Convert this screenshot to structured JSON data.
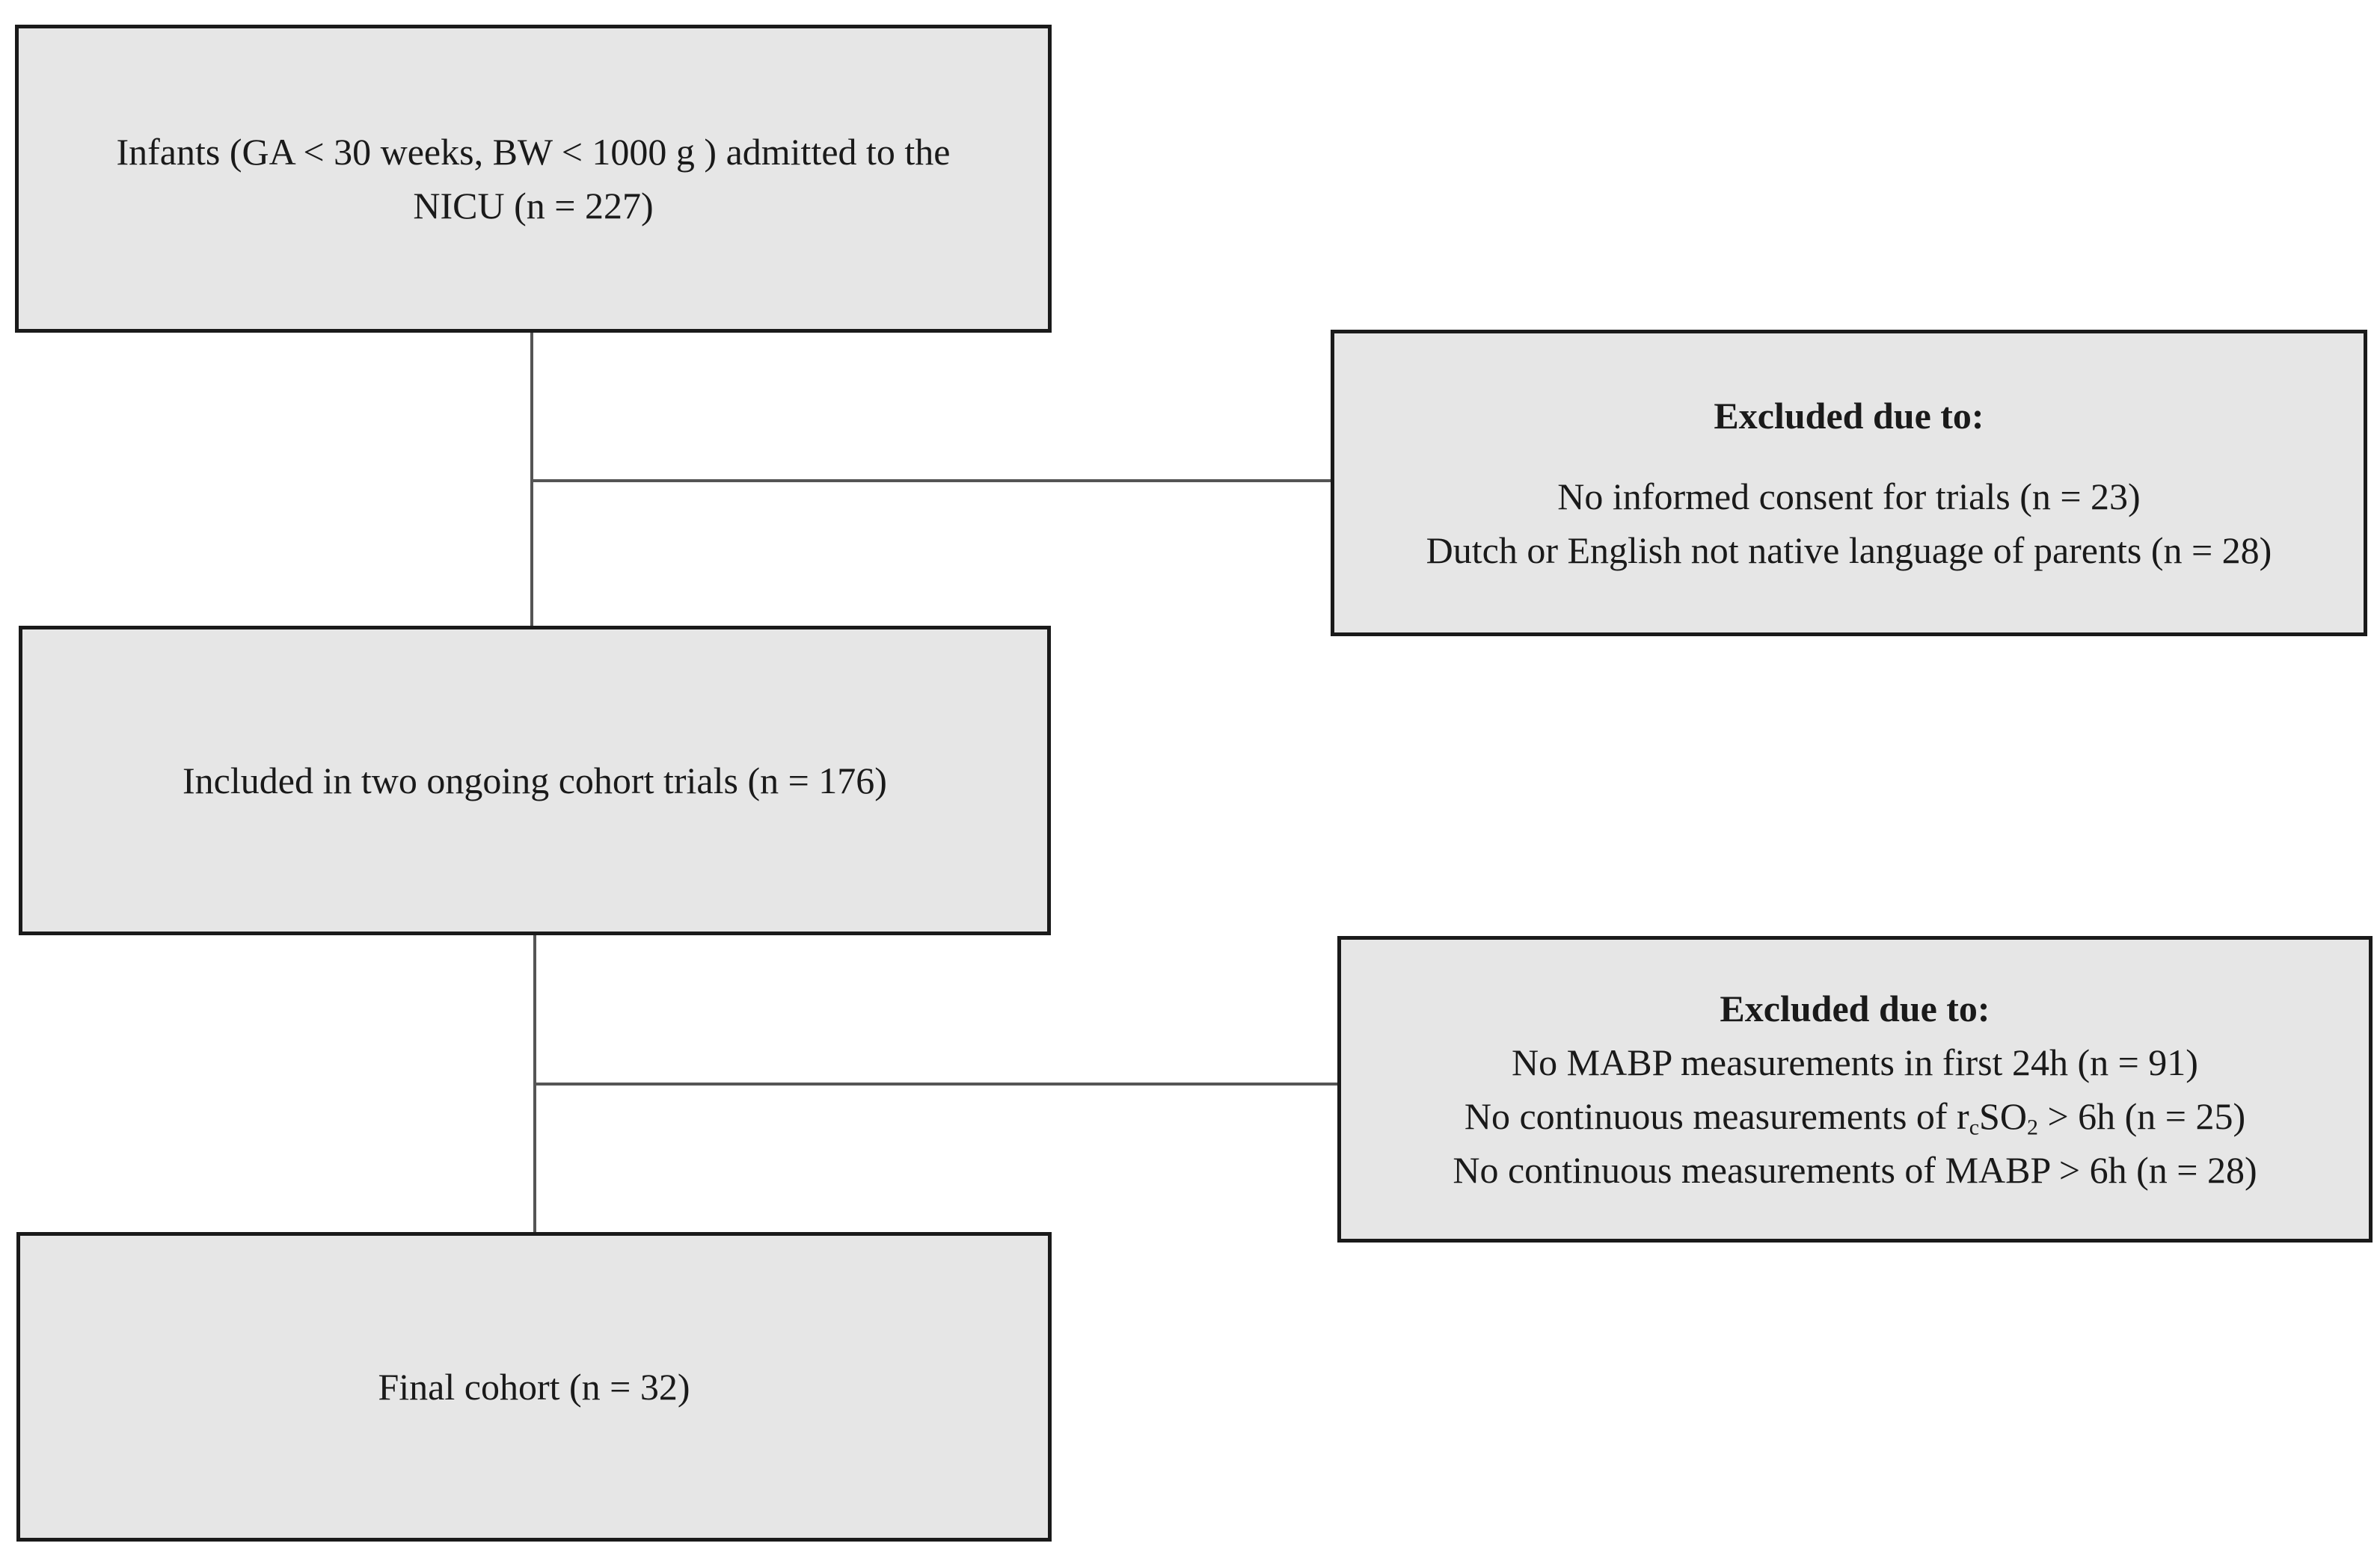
{
  "boxes": {
    "admitted": {
      "line1": "Infants (GA < 30 weeks, BW < 1000 g ) admitted to the",
      "line2": "NICU (n = 227)"
    },
    "excluded1": {
      "heading": "Excluded due to:",
      "items": [
        "No informed consent for trials (n = 23)",
        "Dutch or English not native language of parents (n = 28)"
      ]
    },
    "included": {
      "text": "Included in two ongoing cohort trials (n = 176)"
    },
    "excluded2": {
      "heading": "Excluded due to:",
      "items": [
        "No MABP measurements in first 24h (n = 91)",
        {
          "before": "No continuous measurements of r",
          "sub": "c",
          "after": "SO",
          "sub2": "2",
          "tail": " > 6h (n = 25)"
        },
        "No continuous measurements of MABP > 6h (n = 28)"
      ]
    },
    "final": {
      "text": "Final cohort (n = 32)"
    }
  },
  "colors": {
    "box_fill": "#e6e6e6",
    "box_border": "#1a1a1a",
    "connector": "#555555"
  }
}
